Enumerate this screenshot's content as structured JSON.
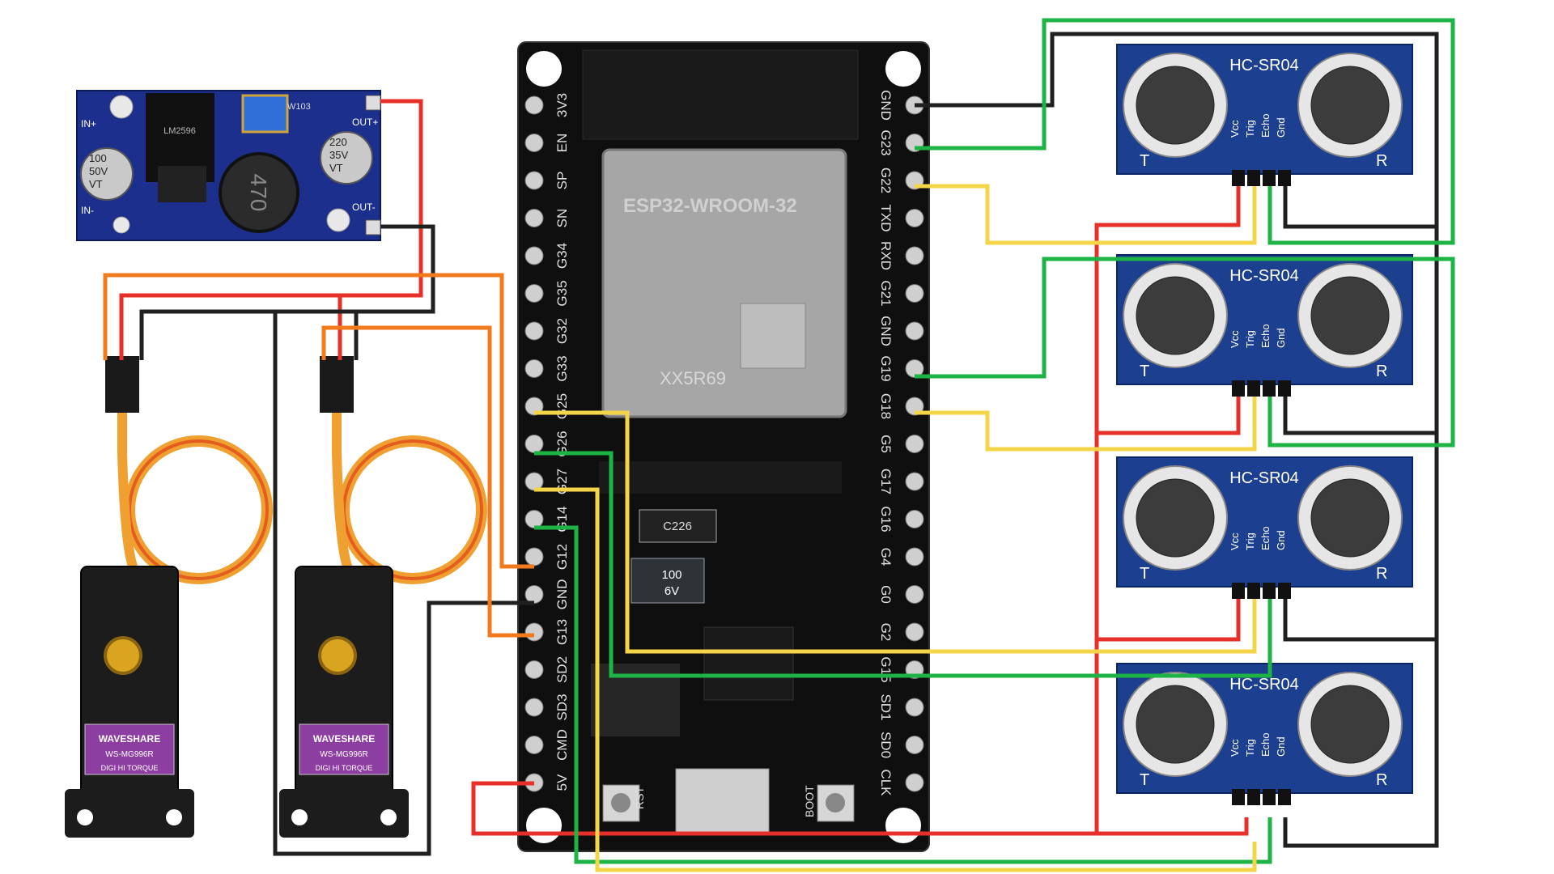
{
  "converter": {
    "labels": [
      "IN+",
      "IN-",
      "OUT+",
      "OUT-"
    ],
    "cap1": [
      "100",
      "50V",
      "VT"
    ],
    "cap2": [
      "220",
      "35V",
      "VT"
    ],
    "inductor": "470",
    "pot": "W103",
    "chip": [
      "LM2596"
    ]
  },
  "esp32": {
    "module_name": "ESP32-WROOM-32",
    "module_code": "XX5R69",
    "left_pins": [
      "3V3",
      "EN",
      "SP",
      "SN",
      "G34",
      "G35",
      "G32",
      "G33",
      "G25",
      "G26",
      "G27",
      "G14",
      "G12",
      "GND",
      "G13",
      "SD2",
      "SD3",
      "CMD",
      "5V"
    ],
    "right_pins": [
      "GND",
      "G23",
      "G22",
      "TXD",
      "RXD",
      "G21",
      "GND",
      "G19",
      "G18",
      "G5",
      "G17",
      "G16",
      "G4",
      "G0",
      "G2",
      "G15",
      "SD1",
      "SD0",
      "CLK"
    ],
    "button_left": "RST",
    "button_right": "BOOT",
    "cap_labels": [
      "C226",
      "100",
      "6V"
    ]
  },
  "servos": [
    {
      "brand": "WAVESHARE",
      "model": "WS-MG996R",
      "subtitle": "DIGI HI TORQUE"
    },
    {
      "brand": "WAVESHARE",
      "model": "WS-MG996R",
      "subtitle": "DIGI HI TORQUE"
    }
  ],
  "sensors": [
    {
      "title": "HC-SR04",
      "pins": [
        "Vcc",
        "Trig",
        "Echo",
        "Gnd"
      ],
      "t": "T",
      "r": "R"
    },
    {
      "title": "HC-SR04",
      "pins": [
        "Vcc",
        "Trig",
        "Echo",
        "Gnd"
      ],
      "t": "T",
      "r": "R"
    },
    {
      "title": "HC-SR04",
      "pins": [
        "Vcc",
        "Trig",
        "Echo",
        "Gnd"
      ],
      "t": "T",
      "r": "R"
    },
    {
      "title": "HC-SR04",
      "pins": [
        "Vcc",
        "Trig",
        "Echo",
        "Gnd"
      ],
      "t": "T",
      "r": "R"
    }
  ],
  "wire_colors": {
    "power": "#e8302a",
    "ground": "#202020",
    "trig": "#1db345",
    "echo": "#f5d548",
    "servo_signal": "#f07a1c"
  }
}
